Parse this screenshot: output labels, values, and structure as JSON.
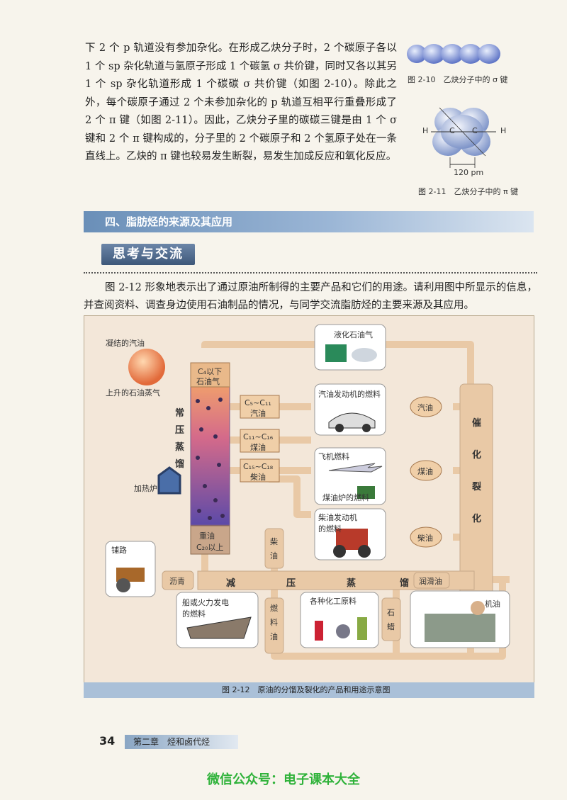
{
  "paragraph": [
    "下 2 个 p 轨道没有参加杂化。在形成乙炔分子时，2 个碳原子各以 1 个 sp 杂化轨道与氢原子形成 1 个碳氢 σ 共价键，同时又各以其另 1 个 sp 杂化轨道形成 1 个碳碳 σ 共价键（如图 2-10）。除此之外，每个碳原子通过 2 个未参加杂化的 p 轨道互相平行重叠形成了 2 个 π 键（如图 2-11）。因此，乙炔分子里的碳碳三键是由 1 个 σ 键和 2 个 π 键构成的，分子里的 2 个碳原子和 2 个氢原子处在一条直线上。乙炔的 π 键也较易发生断裂，易发生加成反应和氧化反应。"
  ],
  "fig_2_10": {
    "caption": "图 2-10　乙炔分子中的 σ 键"
  },
  "fig_2_11": {
    "caption": "图 2-11　乙炔分子中的 π 键",
    "h_left": "H",
    "c1": "C",
    "c2": "C",
    "h_right": "H",
    "distance": "120 pm"
  },
  "section": {
    "title": "四、脂肪烃的来源及其应用"
  },
  "think_box": {
    "title": "思考与交流"
  },
  "body_text": "图 2-12 形象地表示出了通过原油所制得的主要产品和它们的用途。请利用图中所显示的信息，并查阅资料、调查身边使用石油制品的情况，与同学交流脂肪烃的主要来源及其应用。",
  "diagram": {
    "caption": "图 2-12　原油的分馏及裂化的产品和用途示意图",
    "ninggasoline": "凝结的汽油",
    "rising_vapor": "上升的石油蒸气",
    "tower_label": [
      "常",
      "压",
      "蒸",
      "馏"
    ],
    "furnace": "加热炉",
    "fractions": {
      "c4": [
        "C₄以下",
        "石油气"
      ],
      "c5": [
        "C₅~C₁₁",
        "汽油"
      ],
      "c11": [
        "C₁₁~C₁₆",
        "煤油"
      ],
      "c15": [
        "C₁₅~C₁₈",
        "柴油"
      ],
      "heavy": [
        "重油",
        "C₂₀以上"
      ]
    },
    "uses": {
      "lpg": "液化石油气",
      "gasoline_engine": "汽油发动机的燃料",
      "jet_fuel": "飞机燃料",
      "stove_fuel": "煤油炉的燃料",
      "diesel_engine": "柴油发动机\n的燃料",
      "road": "铺路",
      "ship": "船或火力发电\n的燃料",
      "chemicals": "各种化工原料",
      "engine_oil": "机油"
    },
    "cracking": [
      "催",
      "化",
      "裂",
      "化"
    ],
    "crack_products": {
      "gasoline": "汽油",
      "kerosene": "煤油",
      "diesel": "柴油"
    },
    "vacuum": [
      "减",
      "压",
      "蒸",
      "馏"
    ],
    "vacuum_products": {
      "asphalt": "沥青",
      "diesel": [
        "柴",
        "油"
      ],
      "fuel_oil": [
        "燃",
        "料",
        "油"
      ],
      "paraffin": [
        "石",
        "蜡"
      ],
      "lube": "润滑油"
    }
  },
  "footer": {
    "page": "34",
    "chapter": "第二章　烃和卤代烃"
  },
  "watermark": "微信公众号：电子课本大全"
}
